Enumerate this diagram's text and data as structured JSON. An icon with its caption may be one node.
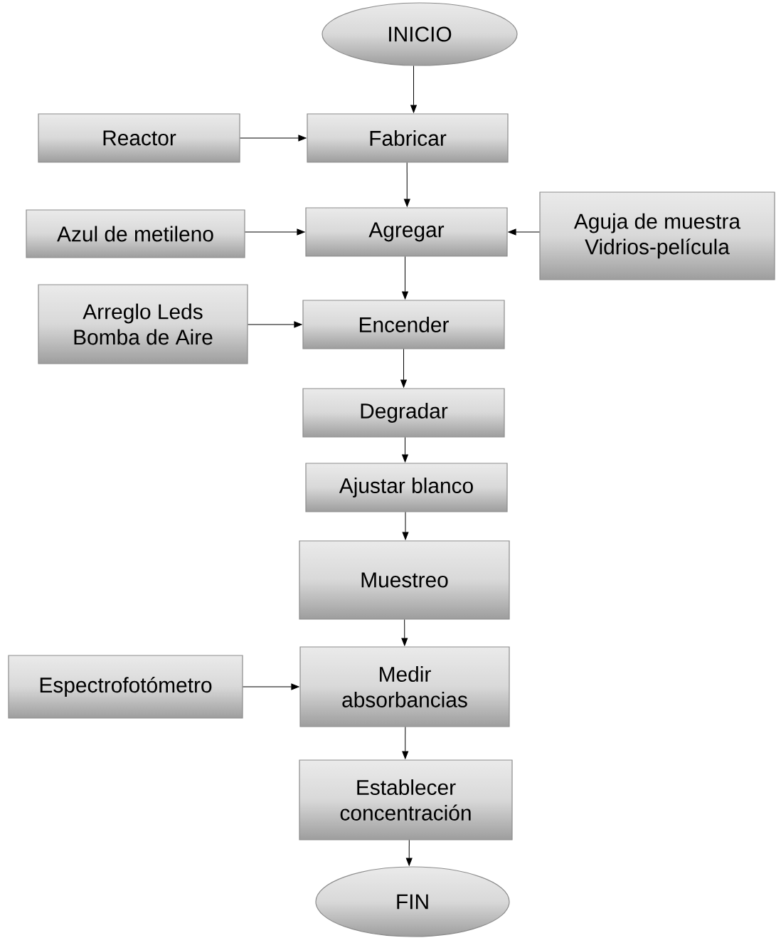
{
  "diagram": {
    "nodes": [
      {
        "text": [
          "INICIO"
        ]
      },
      {
        "text": [
          "Reactor"
        ]
      },
      {
        "text": [
          "Fabricar"
        ]
      },
      {
        "text": [
          "Azul de metileno"
        ]
      },
      {
        "text": [
          "Agregar"
        ]
      },
      {
        "text": [
          "Aguja de muestra",
          "Vidrios-película"
        ]
      },
      {
        "text": [
          "Arreglo Leds",
          "Bomba de Aire"
        ]
      },
      {
        "text": [
          "Encender"
        ]
      },
      {
        "text": [
          "Degradar"
        ]
      },
      {
        "text": [
          "Ajustar blanco"
        ]
      },
      {
        "text": [
          "Muestreo"
        ]
      },
      {
        "text": [
          "Espectrofotómetro"
        ]
      },
      {
        "text": [
          "Medir absorbancias"
        ]
      },
      {
        "text": [
          "Establecer concentración"
        ]
      },
      {
        "text": [
          "FIN"
        ]
      }
    ],
    "edges": [
      {
        "from": 0,
        "to": 2,
        "arrow": "to"
      },
      {
        "from": 1,
        "to": 2,
        "arrow": "to"
      },
      {
        "from": 2,
        "to": 4,
        "arrow": "to"
      },
      {
        "from": 3,
        "to": 4,
        "arrow": "to"
      },
      {
        "from": 5,
        "to": 4,
        "arrow": "to"
      },
      {
        "from": 4,
        "to": 7,
        "arrow": "to"
      },
      {
        "from": 6,
        "to": 7,
        "arrow": "to"
      },
      {
        "from": 7,
        "to": 8,
        "arrow": "to"
      },
      {
        "from": 8,
        "to": 9,
        "arrow": "to"
      },
      {
        "from": 9,
        "to": 10,
        "arrow": "to"
      },
      {
        "from": 10,
        "to": 12,
        "arrow": "to"
      },
      {
        "from": 11,
        "to": 12,
        "arrow": "to"
      },
      {
        "from": 12,
        "to": 13,
        "arrow": "to"
      },
      {
        "from": 13,
        "to": 14,
        "arrow": "to"
      }
    ]
  }
}
